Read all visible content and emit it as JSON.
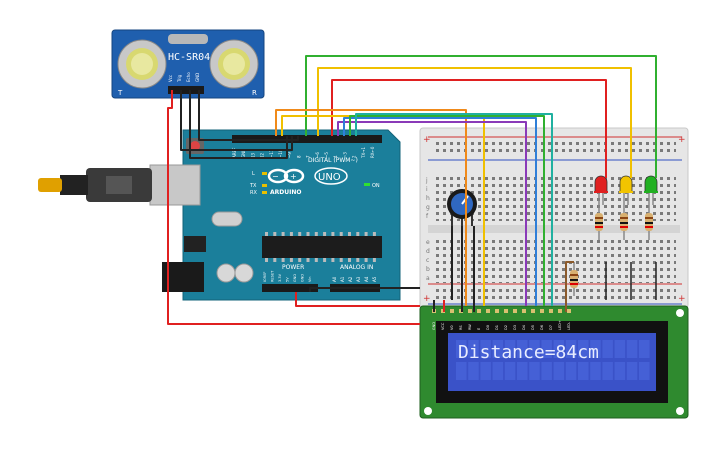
{
  "sensor": {
    "model": "HC-SR04",
    "pins": [
      "Vcc",
      "Trig",
      "Echo",
      "GND"
    ],
    "left_mark": "T",
    "right_mark": "R"
  },
  "arduino": {
    "brand": "ARDUINO",
    "model": "UNO",
    "digital_label": "DIGITAL (PWM~)",
    "power_label": "POWER",
    "analog_label": "ANALOG IN",
    "on_label": "ON",
    "led_labels": [
      "L",
      "TX",
      "RX"
    ],
    "digital_pins": [
      "AREF",
      "GND",
      "13",
      "12",
      "~11",
      "~10",
      "~9",
      "8",
      "7",
      "~6",
      "~5",
      "4",
      "~3",
      "2",
      "TX→1",
      "RX←0"
    ],
    "power_pins": [
      "IOREF",
      "RESET",
      "3.3V",
      "5V",
      "GND",
      "GND",
      "Vin"
    ],
    "analog_pins": [
      "A0",
      "A1",
      "A2",
      "A3",
      "A4",
      "A5"
    ]
  },
  "breadboard": {
    "row_letters_top": [
      "j",
      "i",
      "h",
      "g",
      "f"
    ],
    "row_letters_bottom": [
      "e",
      "d",
      "c",
      "b",
      "a"
    ],
    "leds": [
      {
        "color_name": "red",
        "color": "#e02020"
      },
      {
        "color_name": "yellow",
        "color": "#f2c400"
      },
      {
        "color_name": "green",
        "color": "#22b022"
      }
    ]
  },
  "lcd": {
    "text": "Distance=84cm",
    "pin_labels": [
      "GND",
      "VCC",
      "V0",
      "RS",
      "RW",
      "E",
      "D0",
      "D1",
      "D2",
      "D3",
      "D4",
      "D5",
      "D6",
      "D7",
      "LED+",
      "LED-"
    ]
  },
  "colors": {
    "board": "#1b7f9b",
    "breadboard": "#e6e6e6",
    "lcd_pcb": "#2f8a2f",
    "lcd_screen": "#3a52c8",
    "wire_red": "#e02020",
    "wire_orange": "#f08a1a",
    "wire_yellow": "#f0c000",
    "wire_green": "#30b030",
    "wire_purple": "#8a3ab8",
    "wire_blue": "#2f7fd8",
    "wire_teal": "#20b0a0",
    "wire_black": "#222222",
    "wire_brown": "#8b5a2b"
  }
}
